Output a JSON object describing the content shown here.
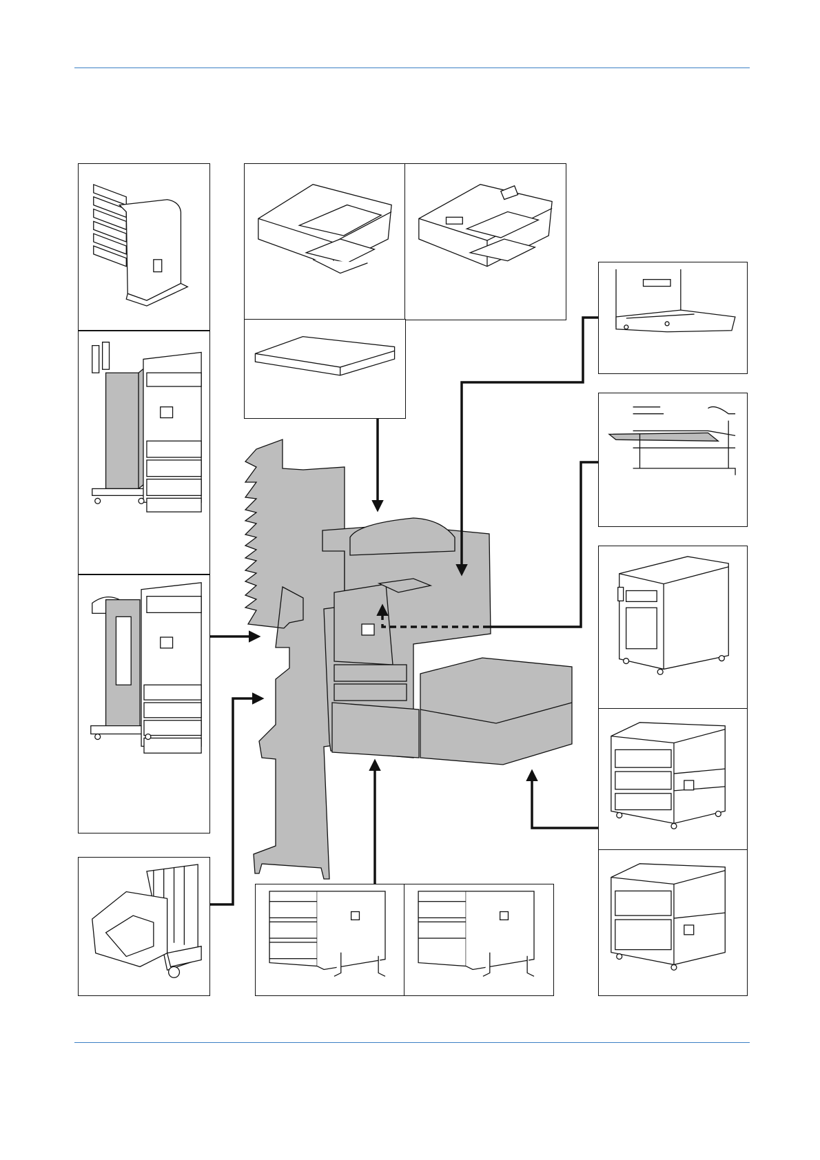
{
  "colors": {
    "header_rule": "#3a7fc4",
    "footer_rule": "#3a7fc4",
    "machine_fill": "#bdbdbd",
    "line": "#111111"
  },
  "options": [
    {
      "id": "mailbox",
      "icon": "mailbox-tray-icon"
    },
    {
      "id": "finisher-inner",
      "icon": "inner-finisher-icon"
    },
    {
      "id": "finisher-floor",
      "icon": "floor-finisher-icon"
    },
    {
      "id": "punch-unit",
      "icon": "punch-unit-icon"
    },
    {
      "id": "document-processor-1",
      "icon": "document-processor-icon"
    },
    {
      "id": "document-processor-2",
      "icon": "dual-scan-document-processor-icon"
    },
    {
      "id": "platen-cover",
      "icon": "platen-cover-icon"
    },
    {
      "id": "job-separator",
      "icon": "job-separator-icon"
    },
    {
      "id": "inner-tray",
      "icon": "inner-tray-icon"
    },
    {
      "id": "side-feeder",
      "icon": "side-feeder-icon"
    },
    {
      "id": "large-deck-3",
      "icon": "large-capacity-deck-icon"
    },
    {
      "id": "large-deck-2",
      "icon": "large-capacity-deck-2-icon"
    },
    {
      "id": "paper-feeder-3",
      "icon": "paper-feeder-3-tray-icon"
    },
    {
      "id": "paper-feeder-2",
      "icon": "paper-feeder-2-tray-icon"
    }
  ],
  "center": {
    "icon": "multifunction-printer-icon"
  }
}
